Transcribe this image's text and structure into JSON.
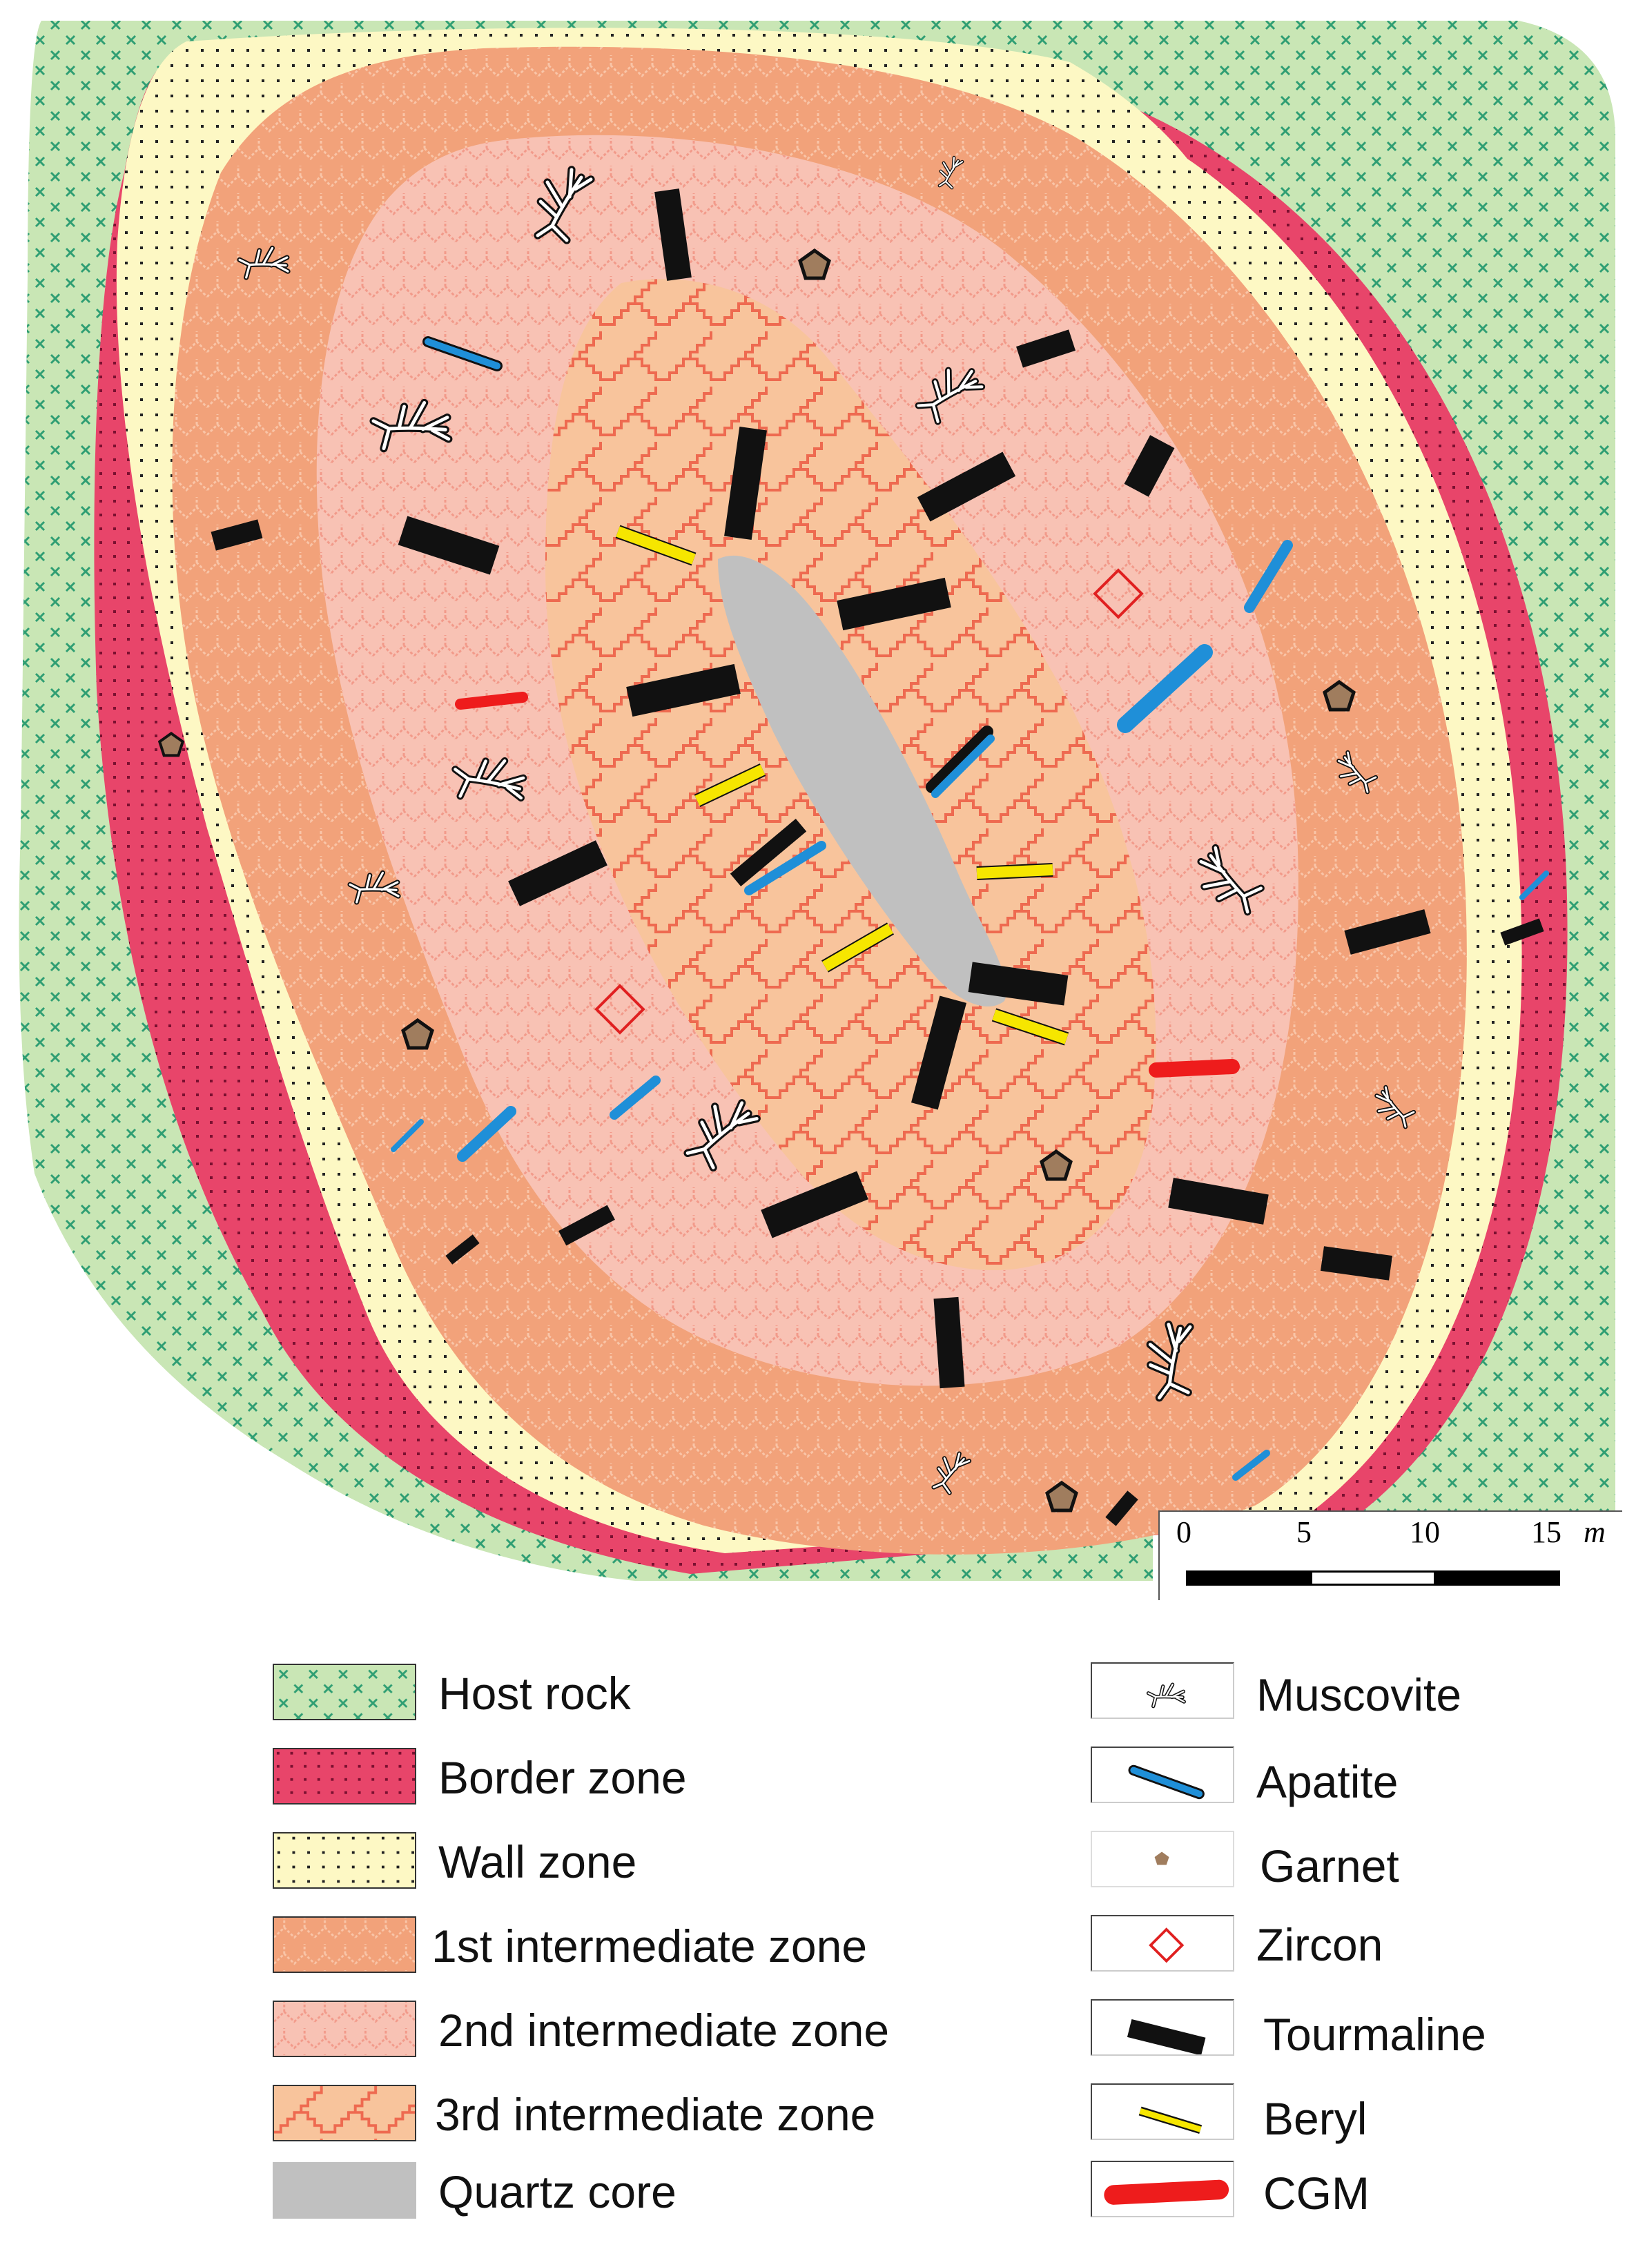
{
  "scale_bar": {
    "ticks": [
      "0",
      "5",
      "10",
      "15"
    ],
    "unit": "m"
  },
  "legend": {
    "zones": [
      {
        "label": "Host rock",
        "color": "#c9e6b5",
        "pattern": "crosses"
      },
      {
        "label": "Border zone",
        "color": "#e8456a",
        "pattern": "dots"
      },
      {
        "label": "Wall zone",
        "color": "#fdf8c4",
        "pattern": "dots"
      },
      {
        "label": "1st intermediate zone",
        "color": "#f2a27a",
        "pattern": "zigzag"
      },
      {
        "label": "2nd intermediate zone",
        "color": "#f8c2b4",
        "pattern": "zigzag-light"
      },
      {
        "label": "3rd intermediate zone",
        "color": "#f8c49c",
        "pattern": "steps"
      },
      {
        "label": "Quartz core",
        "color": "#c0c0c0",
        "pattern": "solid"
      }
    ],
    "minerals": [
      {
        "label": "Muscovite",
        "icon": "muscovite-icon"
      },
      {
        "label": "Apatite",
        "icon": "apatite-icon",
        "color": "#1f8fd8"
      },
      {
        "label": "Garnet",
        "icon": "garnet-icon",
        "color": "#a07d5e"
      },
      {
        "label": "Zircon",
        "icon": "zircon-icon",
        "color": "#e02020"
      },
      {
        "label": "Tourmaline",
        "icon": "tourmaline-icon",
        "color": "#111111"
      },
      {
        "label": "Beryl",
        "icon": "beryl-icon",
        "color": "#f6e600"
      },
      {
        "label": "CGM",
        "icon": "cgm-icon",
        "color": "#ee1c1c"
      }
    ]
  }
}
